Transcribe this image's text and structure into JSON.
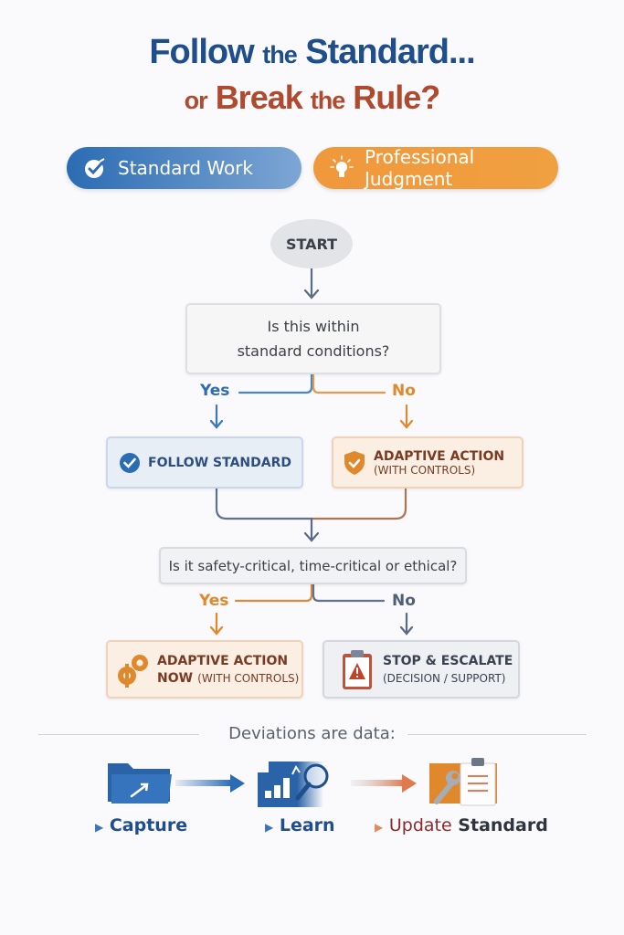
{
  "title": {
    "line1": {
      "part1": "Follow",
      "part2": "the",
      "part3": "Standard..."
    },
    "line2": {
      "part1": "or",
      "part2": "Break",
      "part3": "the",
      "part4": "Rule?"
    }
  },
  "legend": {
    "standard_work": {
      "label": "Standard Work",
      "icon": "check-circle-icon",
      "color": "#2b6cb3"
    },
    "professional_judgment": {
      "label": "Professional Judgment",
      "icon": "lightbulb-icon",
      "color": "#f0983c"
    }
  },
  "flowchart": {
    "start": "START",
    "question1": {
      "line1": "Is this within",
      "line2": "standard conditions?"
    },
    "q1_yes": "Yes",
    "q1_no": "No",
    "follow_standard": {
      "label": "FOLLOW STANDARD",
      "icon": "check-circle-icon"
    },
    "adaptive_action": {
      "line1": "ADAPTIVE ACTION",
      "line2": "(WITH CONTROLS)",
      "icon": "shield-check-icon"
    },
    "question2": "Is it safety-critical, time-critical or ethical?",
    "q2_yes": "Yes",
    "q2_no": "No",
    "adaptive_now": {
      "line1": "ADAPTIVE ACTION",
      "line2_bold": "NOW",
      "line2_rest": "(WITH CONTROLS)",
      "icon": "gears-icon"
    },
    "stop_escalate": {
      "line1": "STOP & ESCALATE",
      "line2": "(DECISION / SUPPORT)",
      "icon": "clipboard-warning-icon"
    }
  },
  "footer": {
    "section_title": "Deviations are data:",
    "steps": [
      {
        "label": "Capture",
        "icon": "folder-arrow-icon"
      },
      {
        "label": "Learn",
        "icon": "chart-magnifier-icon"
      },
      {
        "label_part1": "Update",
        "label_part2": "Standard",
        "icon": "wrench-clipboard-icon"
      }
    ]
  },
  "colors": {
    "blue": "#1f4e8c",
    "red": "#b04a2f",
    "orange": "#e08a2c",
    "slate": "#5a6b85"
  }
}
